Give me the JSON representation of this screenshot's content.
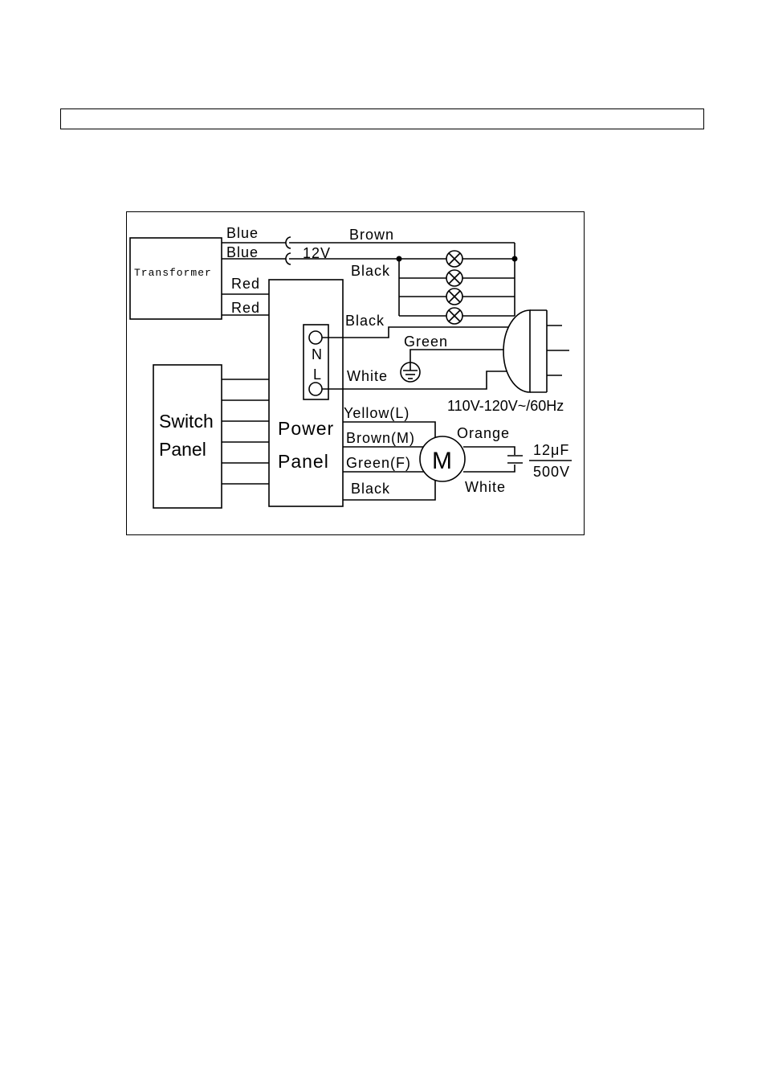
{
  "diagram": {
    "components": {
      "transformer": "Transformer",
      "switch_panel_line1": "Switch",
      "switch_panel_line2": "Panel",
      "power_panel_line1": "Power",
      "power_panel_line2": "Panel",
      "terminal_n": "N",
      "terminal_l": "L",
      "motor": "M",
      "capacitor_value": "12μF",
      "capacitor_voltage": "500V"
    },
    "wires": {
      "blue_1": "Blue",
      "blue_2": "Blue",
      "brown_top": "Brown",
      "voltage_12v": "12V",
      "black_lamp": "Black",
      "red_1": "Red",
      "red_2": "Red",
      "black_n": "Black",
      "green_ground": "Green",
      "white_l": "White",
      "yellow_l": "Yellow(L)",
      "brown_m": "Brown(M)",
      "green_f": "Green(F)",
      "black_motor": "Black",
      "orange": "Orange",
      "white_motor": "White"
    },
    "supply": "110V-120V~/60Hz"
  }
}
